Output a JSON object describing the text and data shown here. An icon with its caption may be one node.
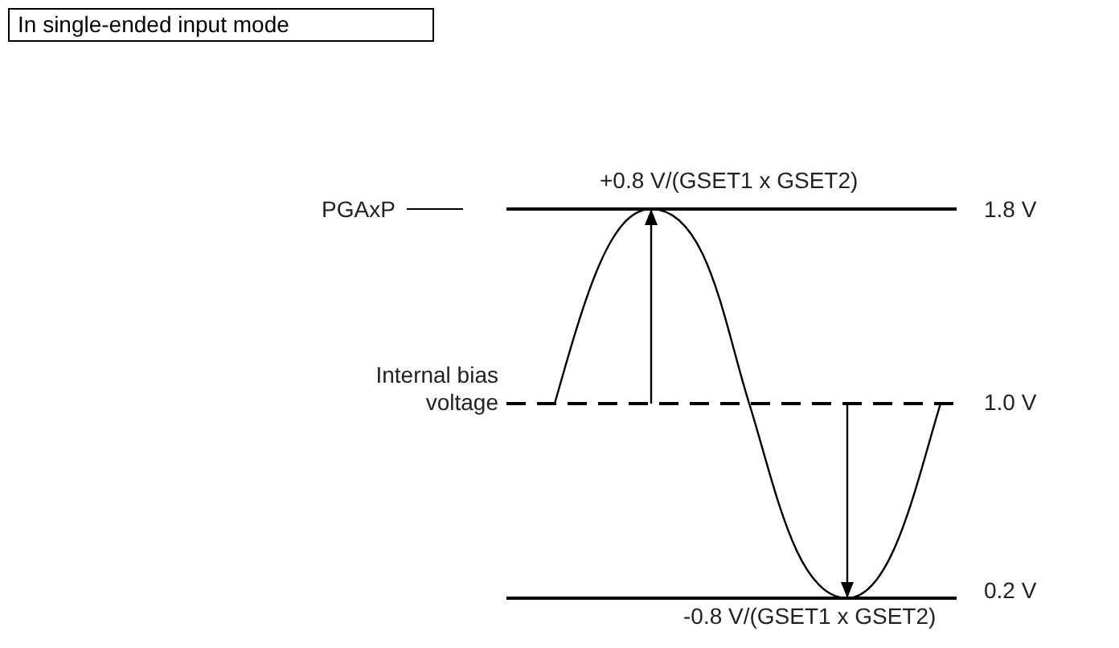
{
  "diagram": {
    "nodes": [
      {
        "text": [
          "In single-ended input mode"
        ]
      }
    ],
    "labels": [
      "+0.8 V/(GSET1 x GSET2)",
      "PGAxP",
      "1.8 V",
      "Internal bias voltage",
      "1.0 V",
      "0.2 V",
      "-0.8 V/(GSET1 x GSET2)"
    ]
  }
}
